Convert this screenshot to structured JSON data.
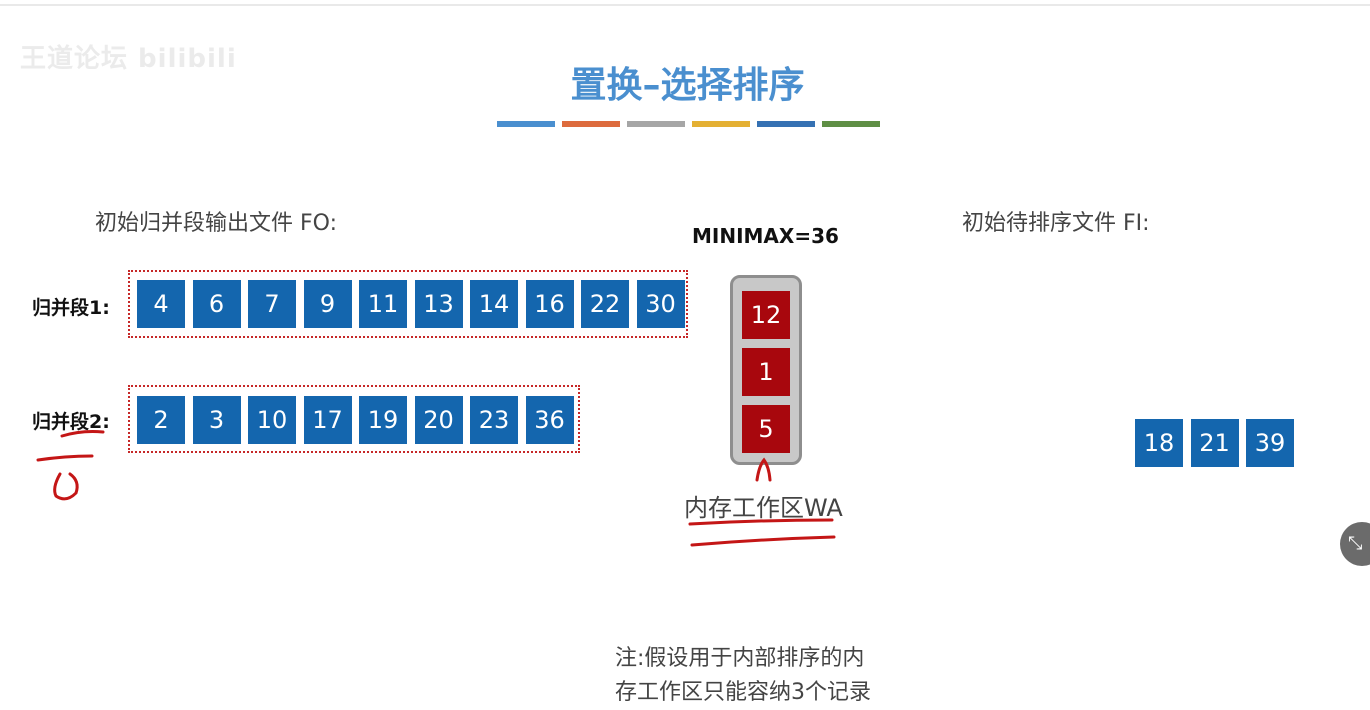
{
  "watermark": "王道论坛 bilibili",
  "title": "置换–选择排序",
  "accent_colors": [
    "#4a8fcf",
    "#dd6b3d",
    "#a6a6a6",
    "#e4b033",
    "#3571b3",
    "#5f8f45"
  ],
  "output_file": {
    "label": "初始归并段输出文件 FO:",
    "segments": [
      {
        "label": "归并段1:",
        "values": [
          "4",
          "6",
          "7",
          "9",
          "11",
          "13",
          "14",
          "16",
          "22",
          "30"
        ]
      },
      {
        "label": "归并段2:",
        "values": [
          "2",
          "3",
          "10",
          "17",
          "19",
          "20",
          "23",
          "36"
        ]
      }
    ]
  },
  "minimax": "MINIMAX=36",
  "work_area": {
    "label": "内存工作区WA",
    "values": [
      "12",
      "1",
      "5"
    ]
  },
  "input_file": {
    "label": "初始待排序文件 FI:",
    "values": [
      "18",
      "21",
      "39"
    ]
  },
  "note": {
    "line1": "注:假设用于内部排序的内",
    "line2": "存工作区只能容纳3个记录"
  },
  "float_button_icon": "exit-fullscreen-icon"
}
